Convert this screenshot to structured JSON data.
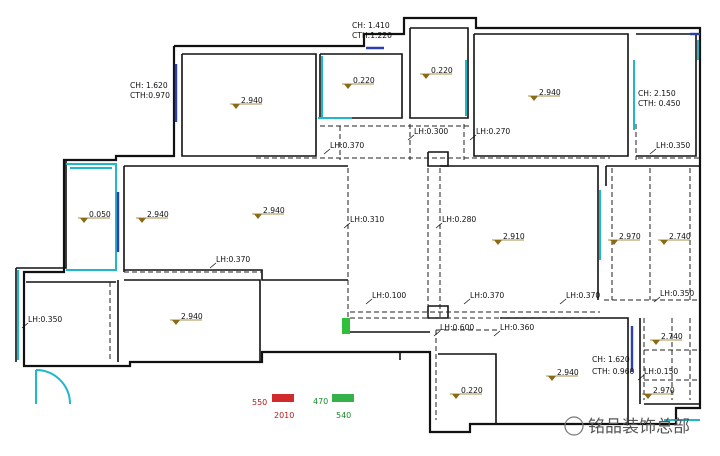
{
  "height_marks": [
    {
      "id": "bed-nw",
      "text": "2.940"
    },
    {
      "id": "bath-n",
      "text": "0.220"
    },
    {
      "id": "bath-n2",
      "text": "0.220"
    },
    {
      "id": "bed-ne",
      "text": "2.940"
    },
    {
      "id": "balcony-w",
      "text": "0.050"
    },
    {
      "id": "living-w",
      "text": "2.940"
    },
    {
      "id": "living",
      "text": "2.940"
    },
    {
      "id": "hall",
      "text": "2.910"
    },
    {
      "id": "east-a",
      "text": "2.970"
    },
    {
      "id": "east-b",
      "text": "2.740"
    },
    {
      "id": "bed-sw",
      "text": "2.940"
    },
    {
      "id": "bath-s",
      "text": "0.220"
    },
    {
      "id": "bed-se",
      "text": "2.940"
    },
    {
      "id": "se-a",
      "text": "2.740"
    },
    {
      "id": "se-b",
      "text": "2.970"
    }
  ],
  "lh_labels": [
    {
      "id": "lh1",
      "text": "LH:0.370"
    },
    {
      "id": "lh2",
      "text": "LH:0.300"
    },
    {
      "id": "lh3",
      "text": "LH:0.270"
    },
    {
      "id": "lh4",
      "text": "LH:0.350"
    },
    {
      "id": "lh5",
      "text": "LH:0.310"
    },
    {
      "id": "lh6",
      "text": "LH:0.280"
    },
    {
      "id": "lh7",
      "text": "LH:0.370"
    },
    {
      "id": "lh8",
      "text": "LH:0.350"
    },
    {
      "id": "lh9",
      "text": "LH:0.100"
    },
    {
      "id": "lh10",
      "text": "LH:0.370"
    },
    {
      "id": "lh11",
      "text": "LH:0.370"
    },
    {
      "id": "lh12",
      "text": "LH:0.350"
    },
    {
      "id": "lh13",
      "text": "LH:0.600"
    },
    {
      "id": "lh14",
      "text": "LH:0.360"
    },
    {
      "id": "lh15",
      "text": "LH:0.150"
    }
  ],
  "ch_labels": [
    {
      "id": "ch-top-1",
      "text": "CH: 1.410"
    },
    {
      "id": "ch-top-2",
      "text": "CTH:1.220"
    },
    {
      "id": "ch-w-1",
      "text": "CH: 1.620"
    },
    {
      "id": "ch-w-2",
      "text": "CTH:0.970"
    },
    {
      "id": "ch-e-1",
      "text": "CH: 2.150"
    },
    {
      "id": "ch-e-2",
      "text": "CTH: 0.450"
    },
    {
      "id": "ch-s-1",
      "text": "CH: 1.620"
    },
    {
      "id": "ch-s-2",
      "text": "CTH: 0.960"
    }
  ],
  "legend": {
    "left_value": "550",
    "red_top": "",
    "red_bottom": "2010",
    "mid_value": "470",
    "green_bottom": "540"
  },
  "watermark": "铭品装饰总部",
  "colors": {
    "wall": "#111111",
    "window": "#1fb8c8",
    "door_blue": "#2b3fb0",
    "marker": "#8a6a12",
    "legend_red": "#d12a2a",
    "legend_green": "#33b24a"
  }
}
